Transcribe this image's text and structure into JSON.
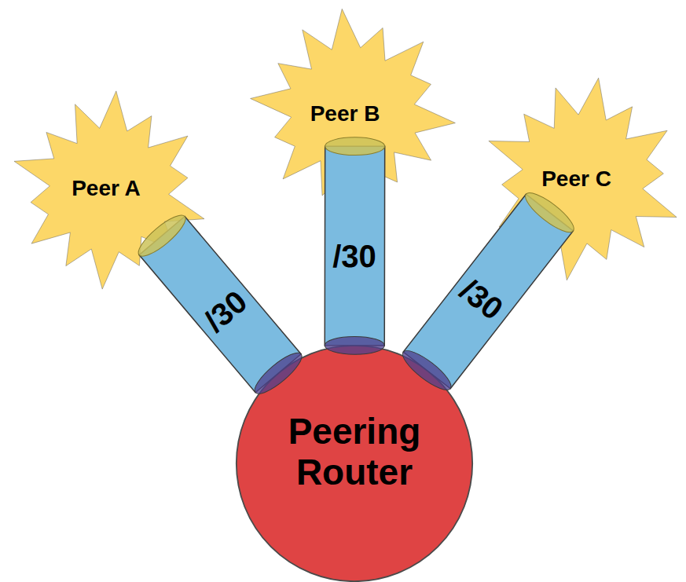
{
  "diagram": {
    "nodes": [
      {
        "text": [
          "Peer A"
        ]
      },
      {
        "text": [
          "Peer B"
        ]
      },
      {
        "text": [
          "Peer C"
        ]
      },
      {
        "text": [
          "Peering Router"
        ]
      }
    ],
    "edges": [
      {
        "from": 3,
        "to": 0,
        "arrow": "none",
        "label": "/30"
      },
      {
        "from": 3,
        "to": 1,
        "arrow": "none",
        "label": "/30"
      },
      {
        "from": 3,
        "to": 2,
        "arrow": "none",
        "label": "/30"
      }
    ]
  }
}
